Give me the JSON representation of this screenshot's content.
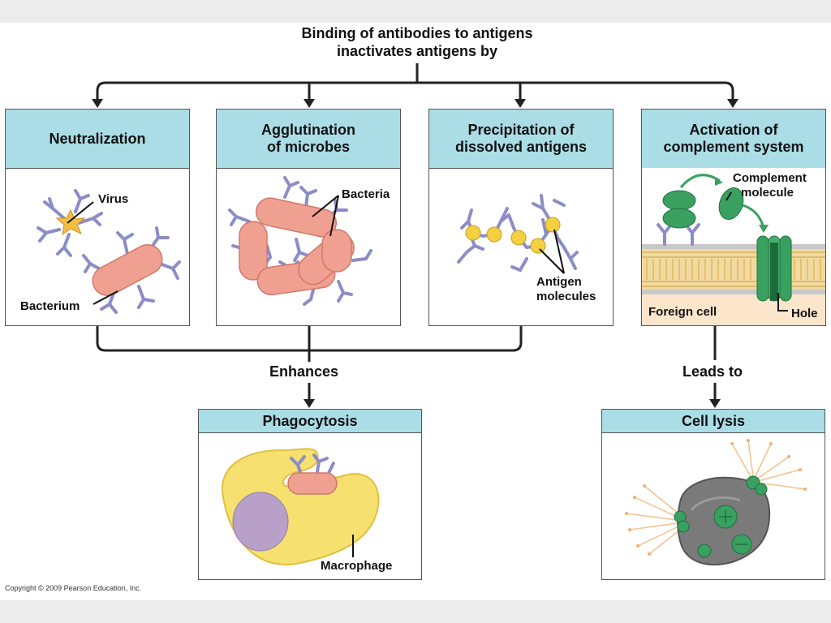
{
  "title": {
    "line1": "Binding of antibodies to antigens",
    "line2": "inactivates antigens by"
  },
  "panels": {
    "neutralization": {
      "title": "Neutralization",
      "labels": [
        "Virus",
        "Bacterium"
      ]
    },
    "agglutination": {
      "title_line1": "Agglutination",
      "title_line2": "of microbes",
      "labels": [
        "Bacteria"
      ]
    },
    "precipitation": {
      "title_line1": "Precipitation of",
      "title_line2": "dissolved antigens",
      "labels": [
        "Antigen",
        "molecules"
      ]
    },
    "complement": {
      "title_line1": "Activation of",
      "title_line2": "complement system",
      "labels": [
        "Complement",
        "molecule",
        "Foreign cell",
        "Hole"
      ]
    },
    "phagocytosis": {
      "title": "Phagocytosis",
      "labels": [
        "Macrophage"
      ]
    },
    "cell_lysis": {
      "title": "Cell lysis"
    }
  },
  "flow_labels": {
    "enhances": "Enhances",
    "leads_to": "Leads to"
  },
  "copyright": "Copyright © 2009 Pearson Education, Inc.",
  "colors": {
    "header_fill": "#aadde6",
    "antibody": "#8c8cc8",
    "bacterium": "#f0a090",
    "virus": "#f2c040",
    "antigen": "#f2d040",
    "complement": "#3aa060",
    "macrophage": "#f5e070",
    "nucleus": "#b8a0c8",
    "lysed_cell": "#7a7a7a",
    "membrane": "#e8c070"
  }
}
